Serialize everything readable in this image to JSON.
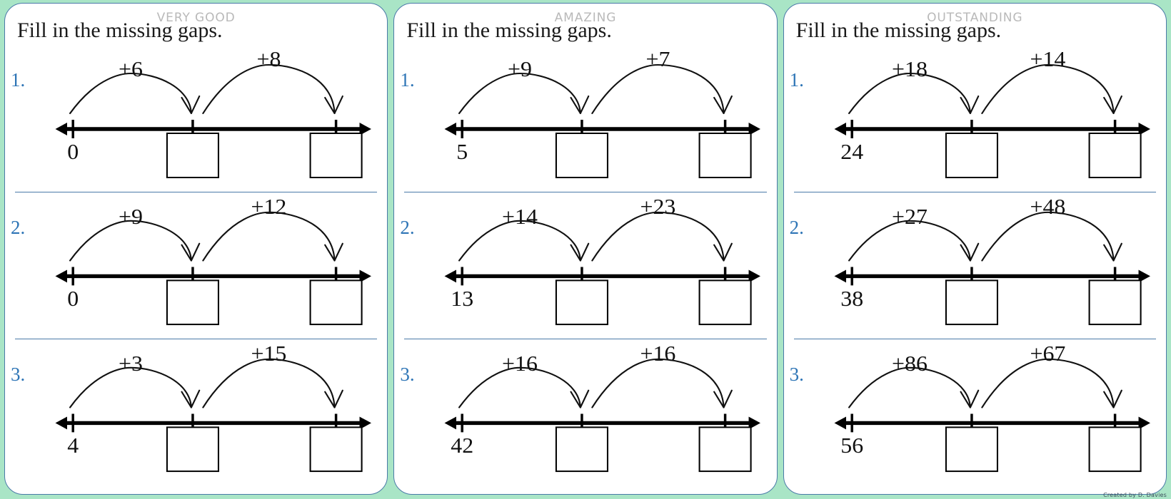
{
  "page": {
    "background_color": "#a9e5c6",
    "panel_border_color": "#4a7aa8",
    "divider_color": "#4a7aa8",
    "number_color": "#2e75b6",
    "badge_color": "#b9b9b9",
    "footer": "Created by D. Davies"
  },
  "panels": [
    {
      "badge": "VERY GOOD",
      "title": "Fill in the missing gaps.",
      "questions": [
        {
          "number": "1.",
          "start": "0",
          "jump1": "+6",
          "jump2": "+8",
          "box1": "",
          "box2": ""
        },
        {
          "number": "2.",
          "start": "0",
          "jump1": "+9",
          "jump2": "+12",
          "box1": "",
          "box2": ""
        },
        {
          "number": "3.",
          "start": "4",
          "jump1": "+3",
          "jump2": "+15",
          "box1": "",
          "box2": ""
        }
      ]
    },
    {
      "badge": "AMAZING",
      "title": "Fill in the missing gaps.",
      "questions": [
        {
          "number": "1.",
          "start": "5",
          "jump1": "+9",
          "jump2": "+7",
          "box1": "",
          "box2": ""
        },
        {
          "number": "2.",
          "start": "13",
          "jump1": "+14",
          "jump2": "+23",
          "box1": "",
          "box2": ""
        },
        {
          "number": "3.",
          "start": "42",
          "jump1": "+16",
          "jump2": "+16",
          "box1": "",
          "box2": ""
        }
      ]
    },
    {
      "badge": "OUTSTANDING",
      "title": "Fill in the missing gaps.",
      "questions": [
        {
          "number": "1.",
          "start": "24",
          "jump1": "+18",
          "jump2": "+14",
          "box1": "",
          "box2": ""
        },
        {
          "number": "2.",
          "start": "38",
          "jump1": "+27",
          "jump2": "+48",
          "box1": "",
          "box2": ""
        },
        {
          "number": "3.",
          "start": "56",
          "jump1": "+86",
          "jump2": "+67",
          "box1": "",
          "box2": ""
        }
      ]
    }
  ]
}
